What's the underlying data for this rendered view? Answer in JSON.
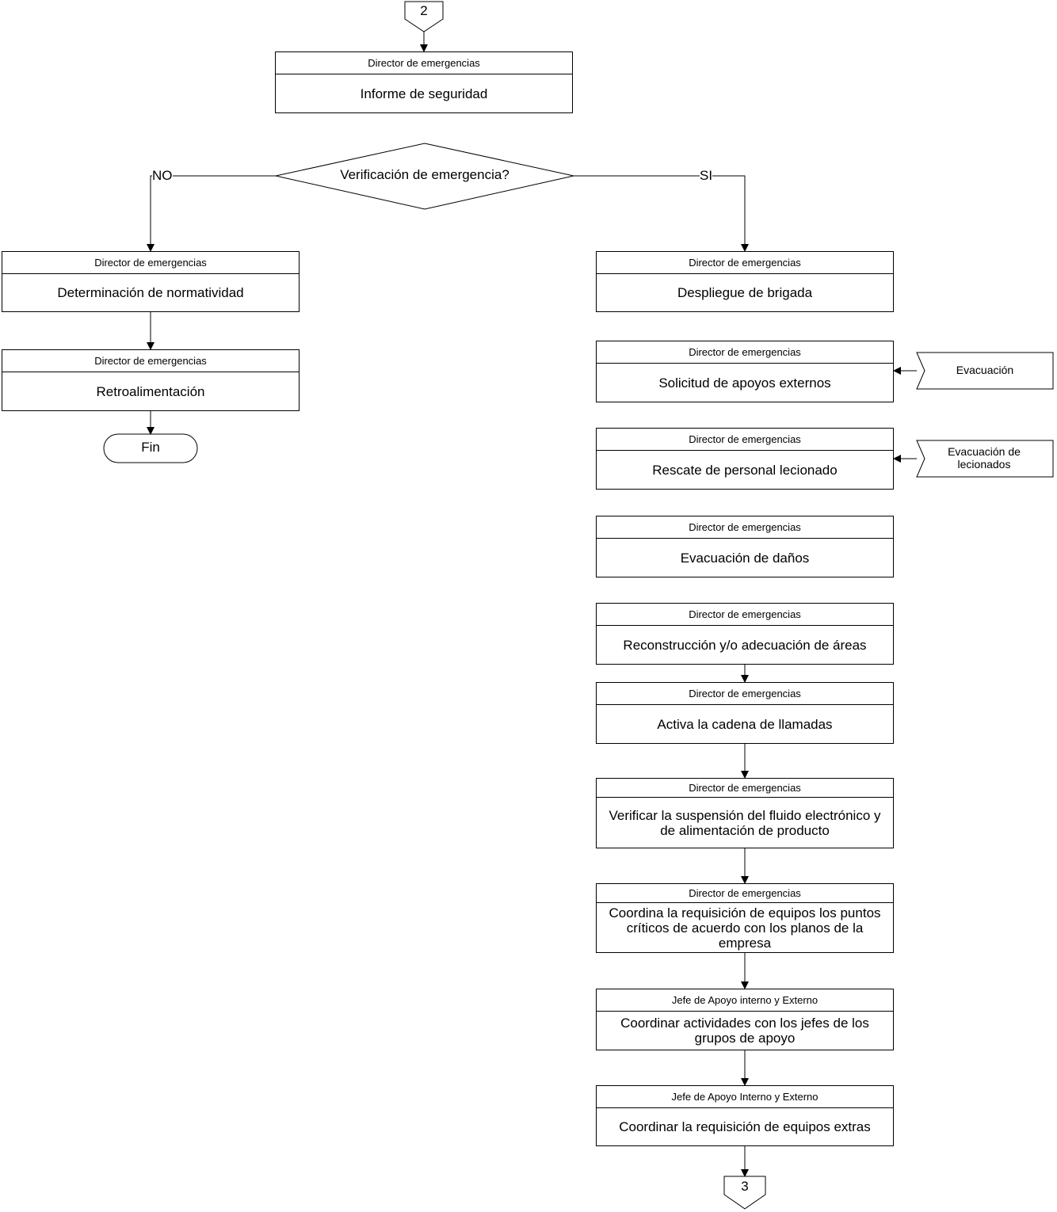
{
  "connector_top": "2",
  "connector_bottom": "3",
  "decision": {
    "text": "Verificación de emergencia?",
    "no_label": "NO",
    "yes_label": "SI"
  },
  "end_label": "Fin",
  "top_box": {
    "role": "Director de emergencias",
    "task": "Informe de seguridad"
  },
  "left_boxes": [
    {
      "role": "Director de emergencias",
      "task": "Determinación de normatividad"
    },
    {
      "role": "Director de emergencias",
      "task": "Retroalimentación"
    }
  ],
  "right_boxes": [
    {
      "role": "Director de emergencias",
      "task": "Despliegue de brigada"
    },
    {
      "role": "Director de emergencias",
      "task": "Solicitud de apoyos externos"
    },
    {
      "role": "Director de emergencias",
      "task": "Rescate de personal lecionado"
    },
    {
      "role": "Director de emergencias",
      "task": "Evacuación de daños"
    },
    {
      "role": "Director de emergencias",
      "task": "Reconstrucción y/o adecuación de áreas"
    },
    {
      "role": "Director de emergencias",
      "task": "Activa la cadena de llamadas"
    },
    {
      "role": "Director de emergencias",
      "task": "Verificar la suspensión del fluido electrónico y de alimentación de producto"
    },
    {
      "role": "Director de emergencias",
      "task": "Coordina la requisición de equipos los puntos críticos de acuerdo con los planos de la empresa"
    },
    {
      "role": "Jefe de Apoyo interno y Externo",
      "task": "Coordinar actividades con los jefes de los grupos de apoyo"
    },
    {
      "role": "Jefe de Apoyo Interno y Externo",
      "task": "Coordinar la requisición de equipos extras"
    }
  ],
  "inputs": [
    {
      "text": "Evacuación"
    },
    {
      "text": "Evacuación de lecionados"
    }
  ]
}
